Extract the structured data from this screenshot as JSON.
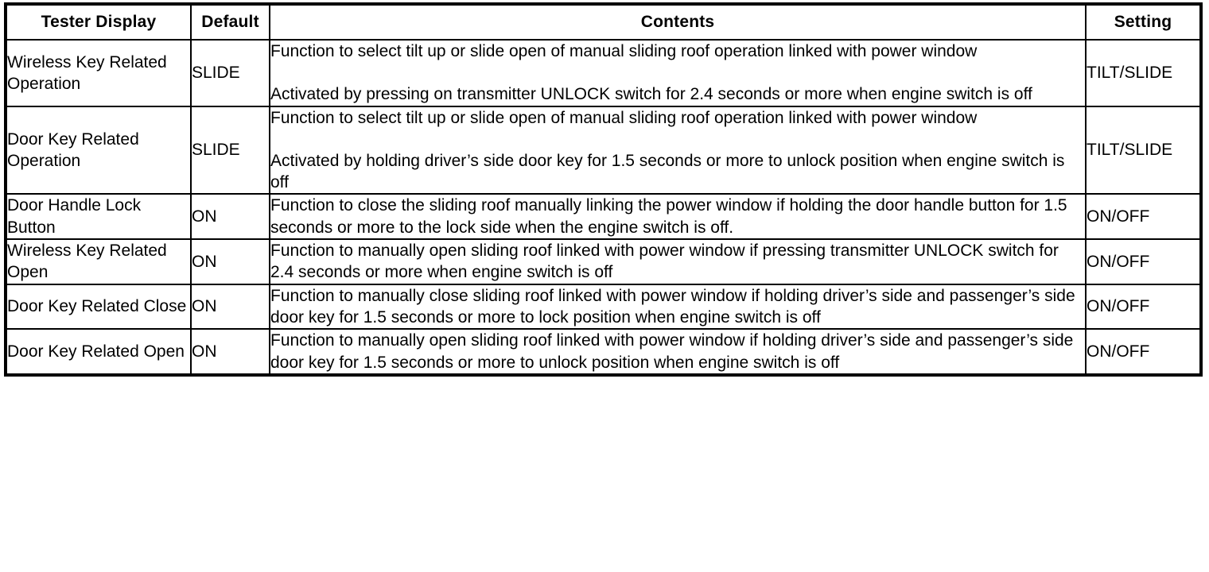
{
  "table": {
    "columns": [
      {
        "key": "display",
        "label": "Tester Display"
      },
      {
        "key": "default",
        "label": "Default"
      },
      {
        "key": "contents",
        "label": "Contents"
      },
      {
        "key": "setting",
        "label": "Setting"
      }
    ],
    "rows": [
      {
        "display": "Wireless Key Related Operation",
        "default": "SLIDE",
        "contents_paragraphs": [
          "Function to select tilt up or slide open of manual sliding roof operation linked with power window",
          "Activated by pressing on transmitter UNLOCK switch for 2.4 seconds or more when engine switch is off"
        ],
        "setting": "TILT/SLIDE"
      },
      {
        "display": "Door Key Related Operation",
        "default": "SLIDE",
        "contents_paragraphs": [
          "Function to select tilt up or slide open of manual sliding roof operation linked with power window",
          "Activated by holding driver’s side door key for 1.5 seconds or more to unlock position when engine switch is off"
        ],
        "setting": "TILT/SLIDE"
      },
      {
        "display": "Door Handle Lock Button",
        "default": "ON",
        "contents_paragraphs": [
          "Function to close the sliding roof manually linking the power window if holding the door handle button for 1.5 seconds or more to the lock side when the engine switch is off."
        ],
        "setting": "ON/OFF"
      },
      {
        "display": "Wireless Key Related Open",
        "default": "ON",
        "contents_paragraphs": [
          "Function to manually open sliding roof linked with power window if pressing transmitter UNLOCK switch for 2.4 seconds or more when engine switch is off"
        ],
        "setting": "ON/OFF"
      },
      {
        "display": "Door Key Related Close",
        "default": "ON",
        "contents_paragraphs": [
          "Function to manually close sliding roof linked with power window if holding driver’s side and passenger’s side door key for 1.5 seconds or more to lock position when engine switch is off"
        ],
        "setting": "ON/OFF"
      },
      {
        "display": "Door Key Related Open",
        "default": "ON",
        "contents_paragraphs": [
          "Function to manually open sliding roof linked with power window if holding driver’s side and passenger’s side door key for 1.5 seconds or more to unlock position when engine switch is off"
        ],
        "setting": "ON/OFF"
      }
    ]
  },
  "colors": {
    "border": "#000000",
    "text": "#000000",
    "background": "#ffffff"
  }
}
